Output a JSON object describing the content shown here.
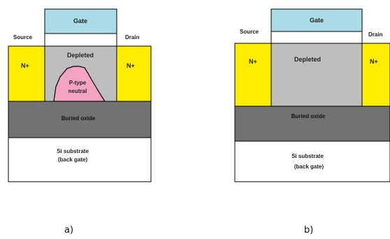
{
  "colors": {
    "gate": "#A9DCE6",
    "n_plus": "#FFEE00",
    "depleted": "#BEBEBE",
    "p_type_neutral": "#F5A3C2",
    "buried_oxide": "#727272",
    "si_substrate": "#FFFFFF",
    "gate_oxide": "#FFFFFF",
    "outline": "#000000"
  },
  "panel_a": {
    "caption": "a)",
    "gate": "Gate",
    "source": "Source",
    "drain": "Drain",
    "n_plus_left": "N+",
    "n_plus_right": "N+",
    "depleted": "Depleted",
    "p_type_line1": "P-type",
    "p_type_line2": "neutral",
    "buried_oxide": "Buried oxide",
    "substrate_line1": "Si substrate",
    "substrate_line2": "(back gate)"
  },
  "panel_b": {
    "caption": "b)",
    "gate": "Gate",
    "source": "Source",
    "drain": "Drain",
    "n_plus_left": "N+",
    "n_plus_right": "N+",
    "depleted": "Depleted",
    "buried_oxide": "Buried oxide",
    "substrate_line1": "Si substrate",
    "substrate_line2": "(back gate)"
  }
}
